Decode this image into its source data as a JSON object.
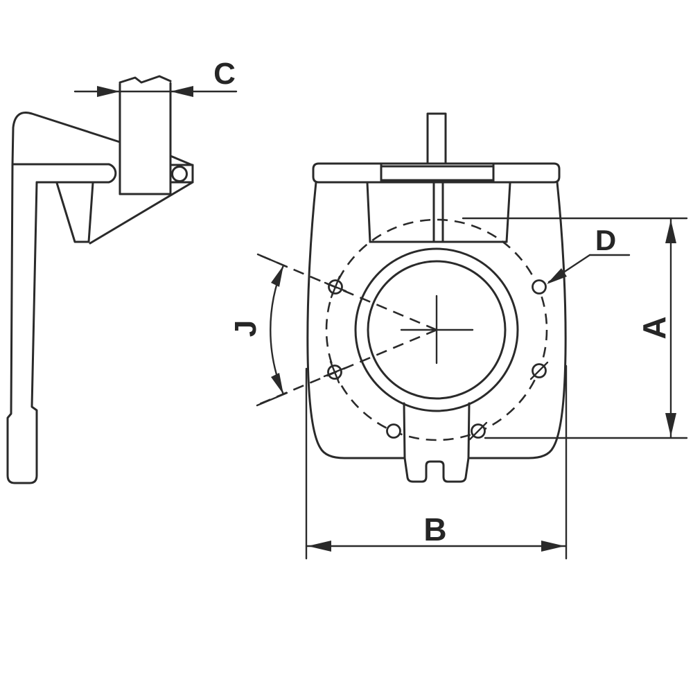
{
  "drawing": {
    "type": "technical-dimension-drawing",
    "views": {
      "side_view": "lever-handle-side-view",
      "front_view": "actuator-body-front-view"
    },
    "colors": {
      "line": "#2a2a2a",
      "background": "#ffffff"
    },
    "labels": {
      "dim_c": "C",
      "dim_d": "D",
      "dim_a": "A",
      "dim_b": "B",
      "dim_j": "J"
    }
  }
}
